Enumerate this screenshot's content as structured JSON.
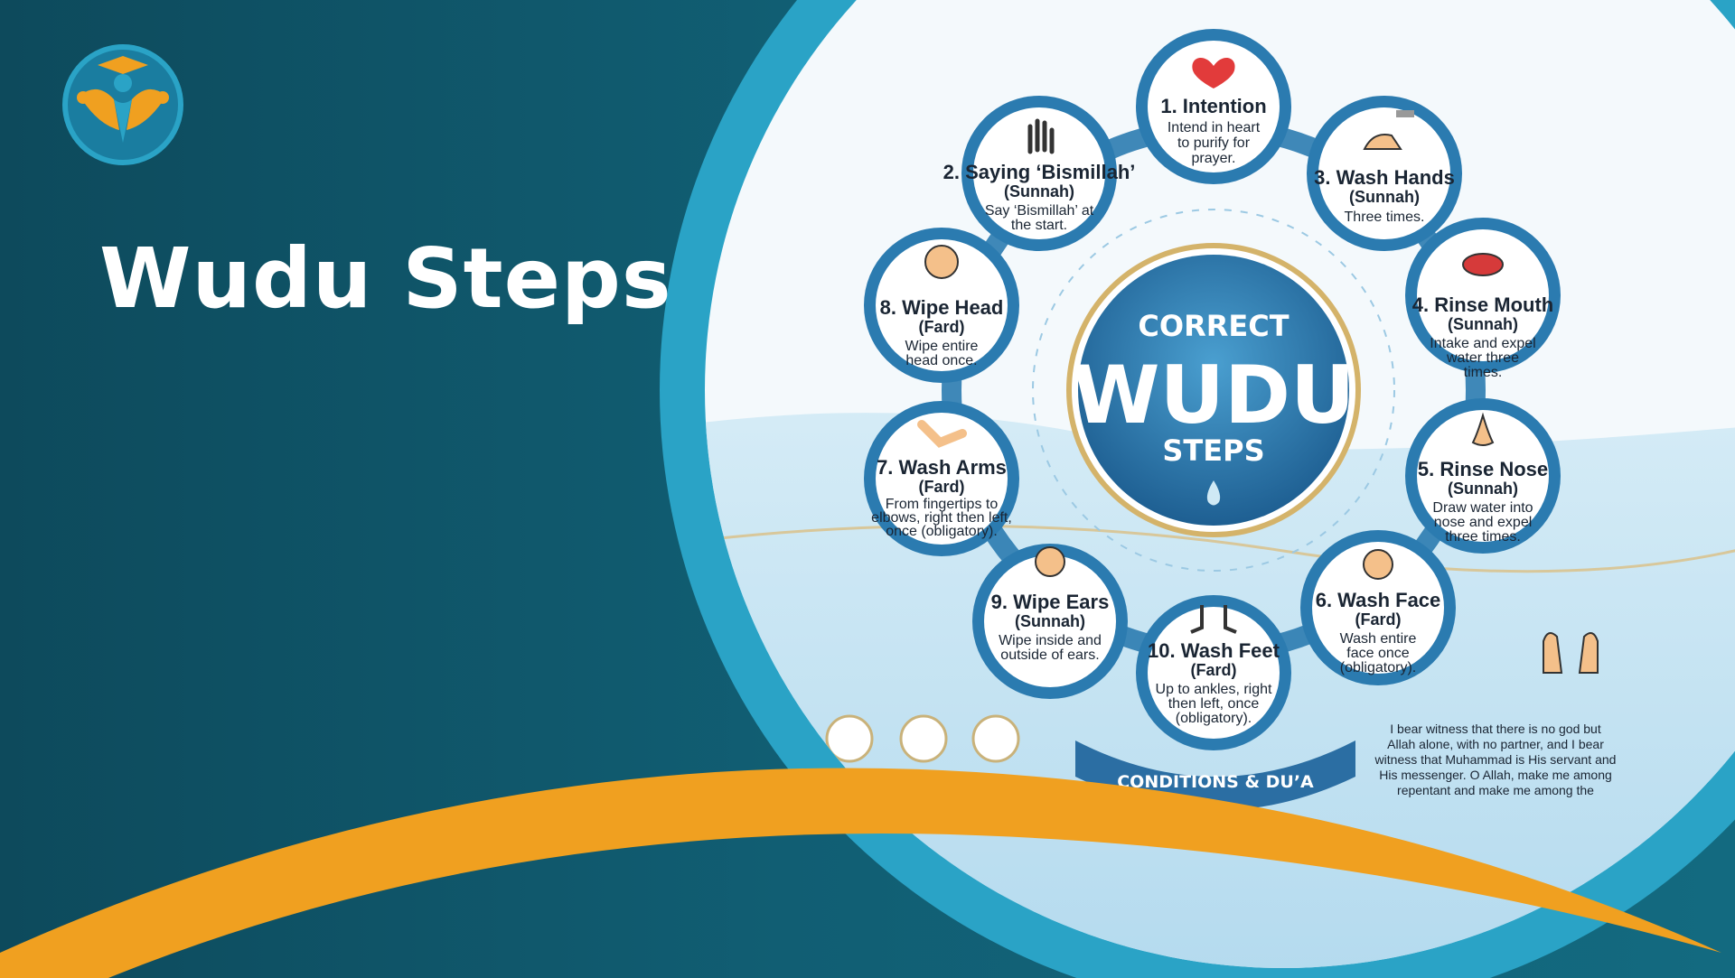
{
  "slide": {
    "title": "Wudu Steps",
    "colors": {
      "background": "#115e73",
      "ring": "#2aa3c6",
      "accent": "#f0a020",
      "circle": "#2b7bb0"
    }
  },
  "infographic": {
    "center": {
      "top": "CORRECT",
      "main": "WUDU",
      "bottom": "STEPS"
    },
    "steps": [
      {
        "title": "1. Intention",
        "type": "",
        "desc": [
          "Intend in heart",
          "to purify for",
          "prayer."
        ],
        "icon": "heart-icon"
      },
      {
        "title": "2. Saying ‘Bismillah’",
        "type": "(Sunnah)",
        "desc": [
          "Say ‘Bismillah’ at",
          "the start."
        ],
        "icon": "raised-hand-icon"
      },
      {
        "title": "3. Wash Hands",
        "type": "(Sunnah)",
        "desc": [
          "Three times."
        ],
        "icon": "washing-hands-icon"
      },
      {
        "title": "4. Rinse Mouth",
        "type": "(Sunnah)",
        "desc": [
          "Intake and expel",
          "water three",
          "times."
        ],
        "icon": "mouth-icon"
      },
      {
        "title": "5. Rinse Nose",
        "type": "(Sunnah)",
        "desc": [
          "Draw water into",
          "nose and expel",
          "three times."
        ],
        "icon": "nose-icon"
      },
      {
        "title": "6. Wash Face",
        "type": "(Fard)",
        "desc": [
          "Wash entire",
          "face once",
          "(obligatory)."
        ],
        "icon": "face-icon"
      },
      {
        "title": "7. Wash Arms",
        "type": "(Fard)",
        "desc": [
          "From fingertips to",
          "elbows, right then left,",
          "once (obligatory)."
        ],
        "icon": "arm-icon"
      },
      {
        "title": "8. Wipe Head",
        "type": "(Fard)",
        "desc": [
          "Wipe entire",
          "head once."
        ],
        "icon": "head-wipe-icon"
      },
      {
        "title": "9. Wipe Ears",
        "type": "(Sunnah)",
        "desc": [
          "Wipe inside and",
          "outside of ears."
        ],
        "icon": "ears-icon"
      },
      {
        "title": "10. Wash Feet",
        "type": "(Fard)",
        "desc": [
          "Up to ankles, right",
          "then left, once",
          "(obligatory)."
        ],
        "icon": "feet-icon"
      }
    ],
    "banner": "CONDITIONS & DU’A",
    "dua": [
      "I bear witness that there is no god but",
      "Allah alone, with no partner, and I bear",
      "witness that Muhammad is His servant and",
      "His messenger. O Allah, make me among",
      "repentant and make me among the"
    ]
  }
}
